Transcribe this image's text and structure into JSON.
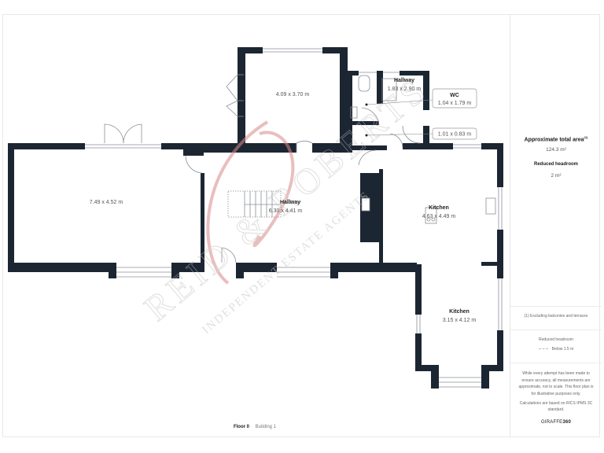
{
  "floorplan": {
    "rooms": [
      {
        "id": "reception",
        "name": "",
        "dims": "7.49 x 4.52 m"
      },
      {
        "id": "garden-room",
        "name": "",
        "dims": "4.09 x 3.70 m"
      },
      {
        "id": "hallway-main",
        "name": "Hallway",
        "dims": "6.30 x 4.41 m"
      },
      {
        "id": "hallway-small",
        "name": "Hallway",
        "dims": "1.83 x 2.90 m"
      },
      {
        "id": "wc",
        "name": "WC",
        "dims": "1.04 x 1.79 m"
      },
      {
        "id": "cupboard",
        "name": "",
        "dims": "1.01 x 0.83 m"
      },
      {
        "id": "kitchen-1",
        "name": "Kitchen",
        "dims": "4.63 x 4.49 m"
      },
      {
        "id": "kitchen-2",
        "name": "Kitchen",
        "dims": "3.15 x 4.12 m"
      }
    ],
    "watermark": {
      "line1": "REID & ROBERTS",
      "line2": "INDEPENDENT ESTATE AGENTS",
      "accent_color": "#c44a4a"
    },
    "wall_color": "#1c2633"
  },
  "footer": {
    "floor": "Floor 0",
    "building": "Building 1"
  },
  "panel": {
    "area_title": "Approximate total area",
    "area_sup": "(1)",
    "area_value": "124.3 m²",
    "reduced_title": "Reduced headroom",
    "reduced_value": "2 m²",
    "note": "(1) Excluding balconies and terraces",
    "legend_title": "Reduced headroom",
    "legend_value": "Below 1.5 m",
    "disclaimer": "While every attempt has been made to ensure accuracy, all measurements are approximate, not to scale. This floor plan is for illustrative purposes only.",
    "calc": "Calculations are based on RICS IPMS 3C standard.",
    "brand_a": "GIRAFFE",
    "brand_b": "360"
  }
}
